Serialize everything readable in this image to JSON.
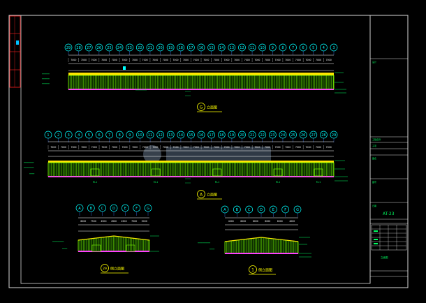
{
  "colors": {
    "background": "#000000",
    "frame": "#d8d8d8",
    "axis_bubble": "#00ffff",
    "dimension_text": "#ffffff",
    "facade_green": "#7cff00",
    "roof_yellow": "#ffe600",
    "base_magenta": "#ff40ff",
    "grid_blue": "#3c78ff",
    "title_yellow": "#ffff00",
    "annotation_green": "#00ff60",
    "stamp_red": "#ff2020"
  },
  "title_block": {
    "sheet_number": "AT-23",
    "sheet_title": "立面图"
  },
  "elevation_1": {
    "axes": [
      "29",
      "28",
      "27",
      "26",
      "25",
      "24",
      "23",
      "22",
      "21",
      "20",
      "19",
      "18",
      "17",
      "16",
      "15",
      "14",
      "13",
      "12",
      "11",
      "10",
      "9",
      "8",
      "7",
      "6",
      "5",
      "4",
      "3"
    ],
    "bay_width": "7000",
    "title": "立面图",
    "bubble": "G"
  },
  "elevation_2": {
    "axes": [
      "1",
      "2",
      "3",
      "4",
      "5",
      "6",
      "7",
      "8",
      "9",
      "10",
      "11",
      "12",
      "13",
      "14",
      "15",
      "16",
      "17",
      "18",
      "19",
      "20",
      "21",
      "22",
      "23",
      "24",
      "25",
      "26",
      "27",
      "28",
      "29"
    ],
    "bay_width": "7000",
    "title": "立面图",
    "bubble": "A",
    "panel_labels": [
      "M-1",
      "M-1",
      "M-1",
      "M-1",
      "M-1"
    ]
  },
  "elevation_3": {
    "axes": [
      "A",
      "B",
      "C",
      "D",
      "E",
      "F",
      "G"
    ],
    "dims": [
      "6000",
      "7500",
      "4900",
      "4900",
      "4900",
      "7500",
      "5000"
    ],
    "title": "侧立面图",
    "bubble": "29"
  },
  "elevation_4": {
    "axes": [
      "A",
      "B",
      "C",
      "D",
      "E",
      "F",
      "G"
    ],
    "dims": [
      "4000",
      "6000",
      "6000",
      "6000",
      "6000",
      "4000"
    ],
    "title": "侧立面图",
    "bubble": "1"
  }
}
